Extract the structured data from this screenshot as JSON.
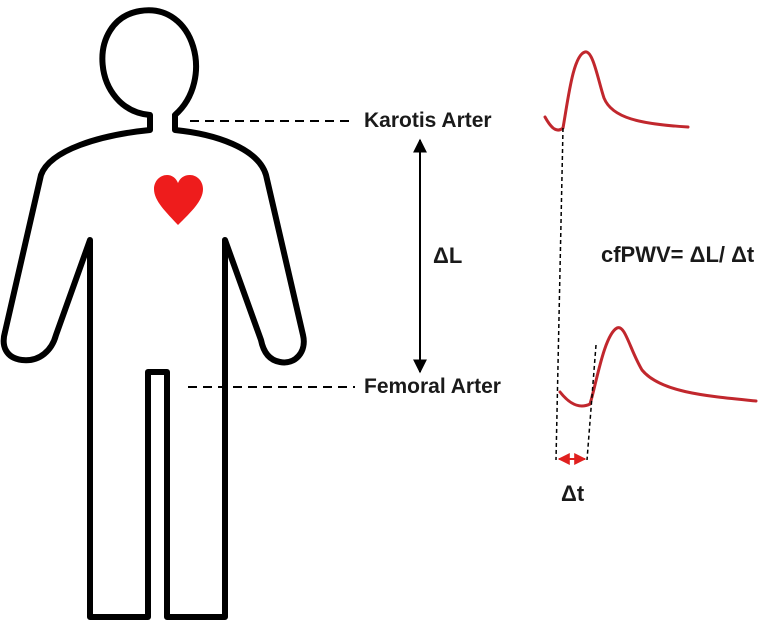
{
  "labels": {
    "carotid": "Karotis Arter",
    "femoral": "Femoral Arter",
    "delta_l": "ΔL",
    "formula": "cfPWV= ΔL/ Δt",
    "delta_t": "Δt"
  },
  "colors": {
    "outline": "#000000",
    "heart": "#ee1c1c",
    "waveform": "#c1272d",
    "delta_t_arrow": "#e0201f"
  },
  "icons": {
    "heart": "heart-icon",
    "body": "human-body-outline"
  }
}
